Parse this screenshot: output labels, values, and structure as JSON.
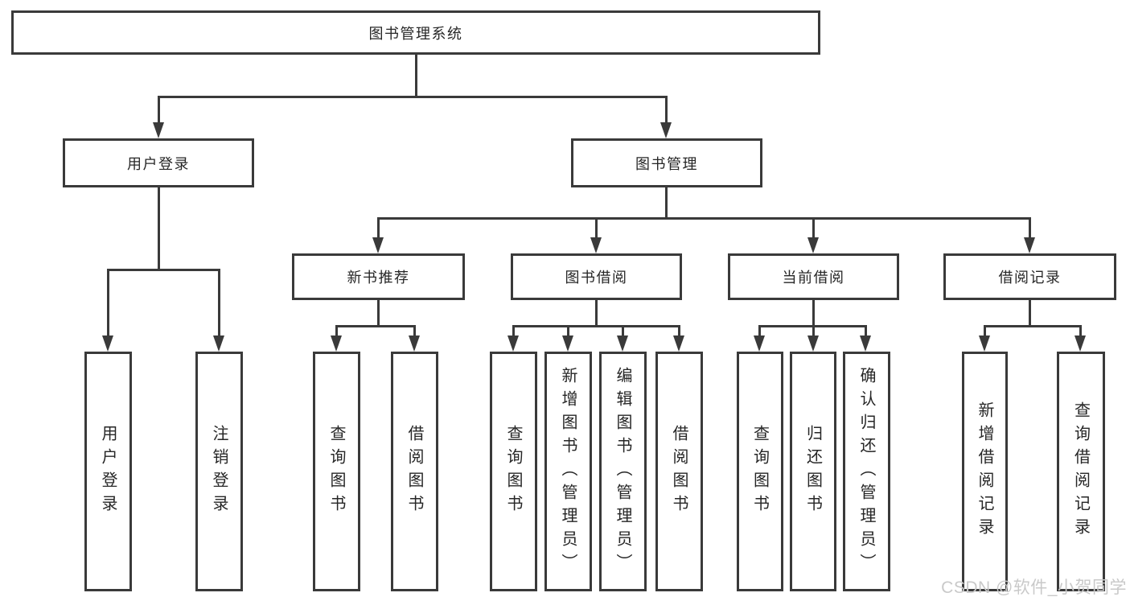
{
  "diagram": {
    "root": {
      "label": "图书管理系统",
      "children": [
        {
          "label": "用户登录",
          "children": [
            {
              "label": "用户登录"
            },
            {
              "label": "注销登录"
            }
          ]
        },
        {
          "label": "图书管理",
          "children": [
            {
              "label": "新书推荐",
              "children": [
                {
                  "label": "查询图书"
                },
                {
                  "label": "借阅图书"
                }
              ]
            },
            {
              "label": "图书借阅",
              "children": [
                {
                  "label": "查询图书"
                },
                {
                  "label": "新增图书（管理员）"
                },
                {
                  "label": "编辑图书（管理员）"
                },
                {
                  "label": "借阅图书"
                }
              ]
            },
            {
              "label": "当前借阅",
              "children": [
                {
                  "label": "查询图书"
                },
                {
                  "label": "归还图书"
                },
                {
                  "label": "确认归还（管理员）"
                }
              ]
            },
            {
              "label": "借阅记录",
              "children": [
                {
                  "label": "新增借阅记录"
                },
                {
                  "label": "查询借阅记录"
                }
              ]
            }
          ]
        }
      ]
    }
  },
  "watermark": {
    "text": "CSDN @软件_小贺同学",
    "color": "#c9c9c9"
  },
  "colors": {
    "line": "#3a3a3a",
    "box_border": "#3a3a3a",
    "text": "#262626",
    "background": "#ffffff"
  }
}
